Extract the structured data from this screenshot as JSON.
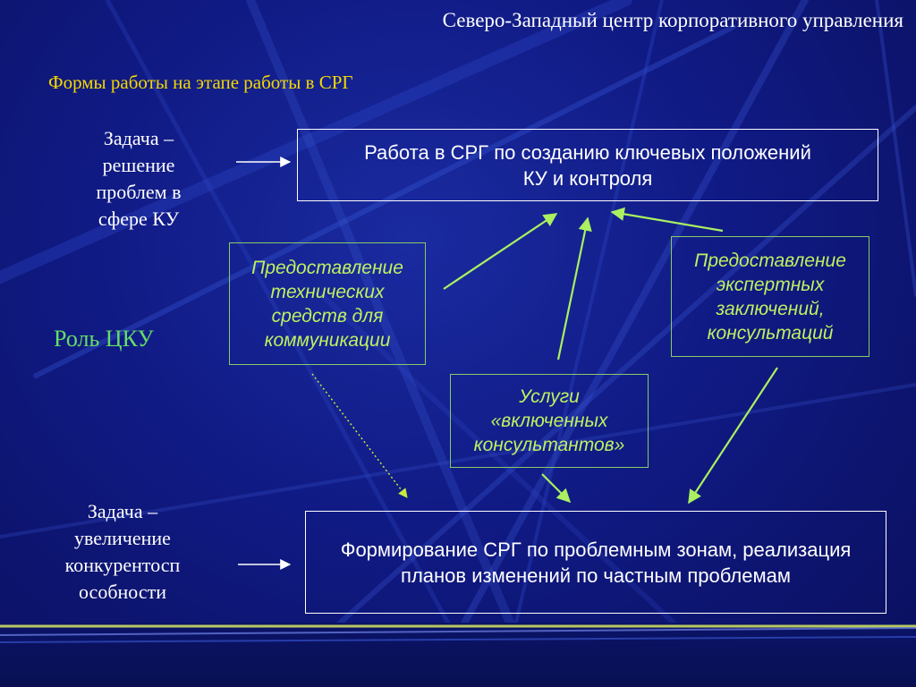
{
  "header": {
    "title": "Северо-Западный центр корпоративного управления"
  },
  "subtitle": "Формы работы на этапе работы в СРГ",
  "left_column": {
    "task_top": "Задача – решение проблем в сфере КУ",
    "role": "Роль ЦКУ",
    "task_bottom": "Задача – увеличение конкурентосп особности"
  },
  "boxes": {
    "top_main": "Работа в СРГ по созданию ключевых положений КУ и контроля",
    "tech_means": "Предоставление технических средств для коммуникации",
    "expert_opinions": "Предоставление экспертных заключений, консультаций",
    "consultants": "Услуги «включенных консультантов»",
    "bottom_main": "Формирование СРГ по проблемным зонам, реализация планов изменений по частным проблемам"
  },
  "colors": {
    "background": "#101a84",
    "title_text": "#ffffff",
    "subtitle_text": "#f5d800",
    "role_text": "#66dd66",
    "green_box_text": "#bff060",
    "arrow_green": "#aaf060"
  }
}
